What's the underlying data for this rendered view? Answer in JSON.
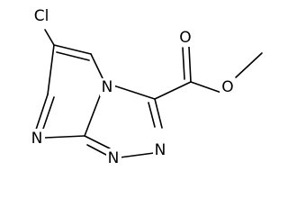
{
  "molecule": {
    "atoms": {
      "cl": "Cl",
      "n_pyrimidine": "N",
      "n_bridge": "N",
      "n_lower_left": "N",
      "n_lower_right": "N",
      "o_carbonyl": "O",
      "o_ester": "O"
    }
  },
  "colors": {
    "bond": "#000000",
    "label": "#000000",
    "background": "#ffffff"
  }
}
